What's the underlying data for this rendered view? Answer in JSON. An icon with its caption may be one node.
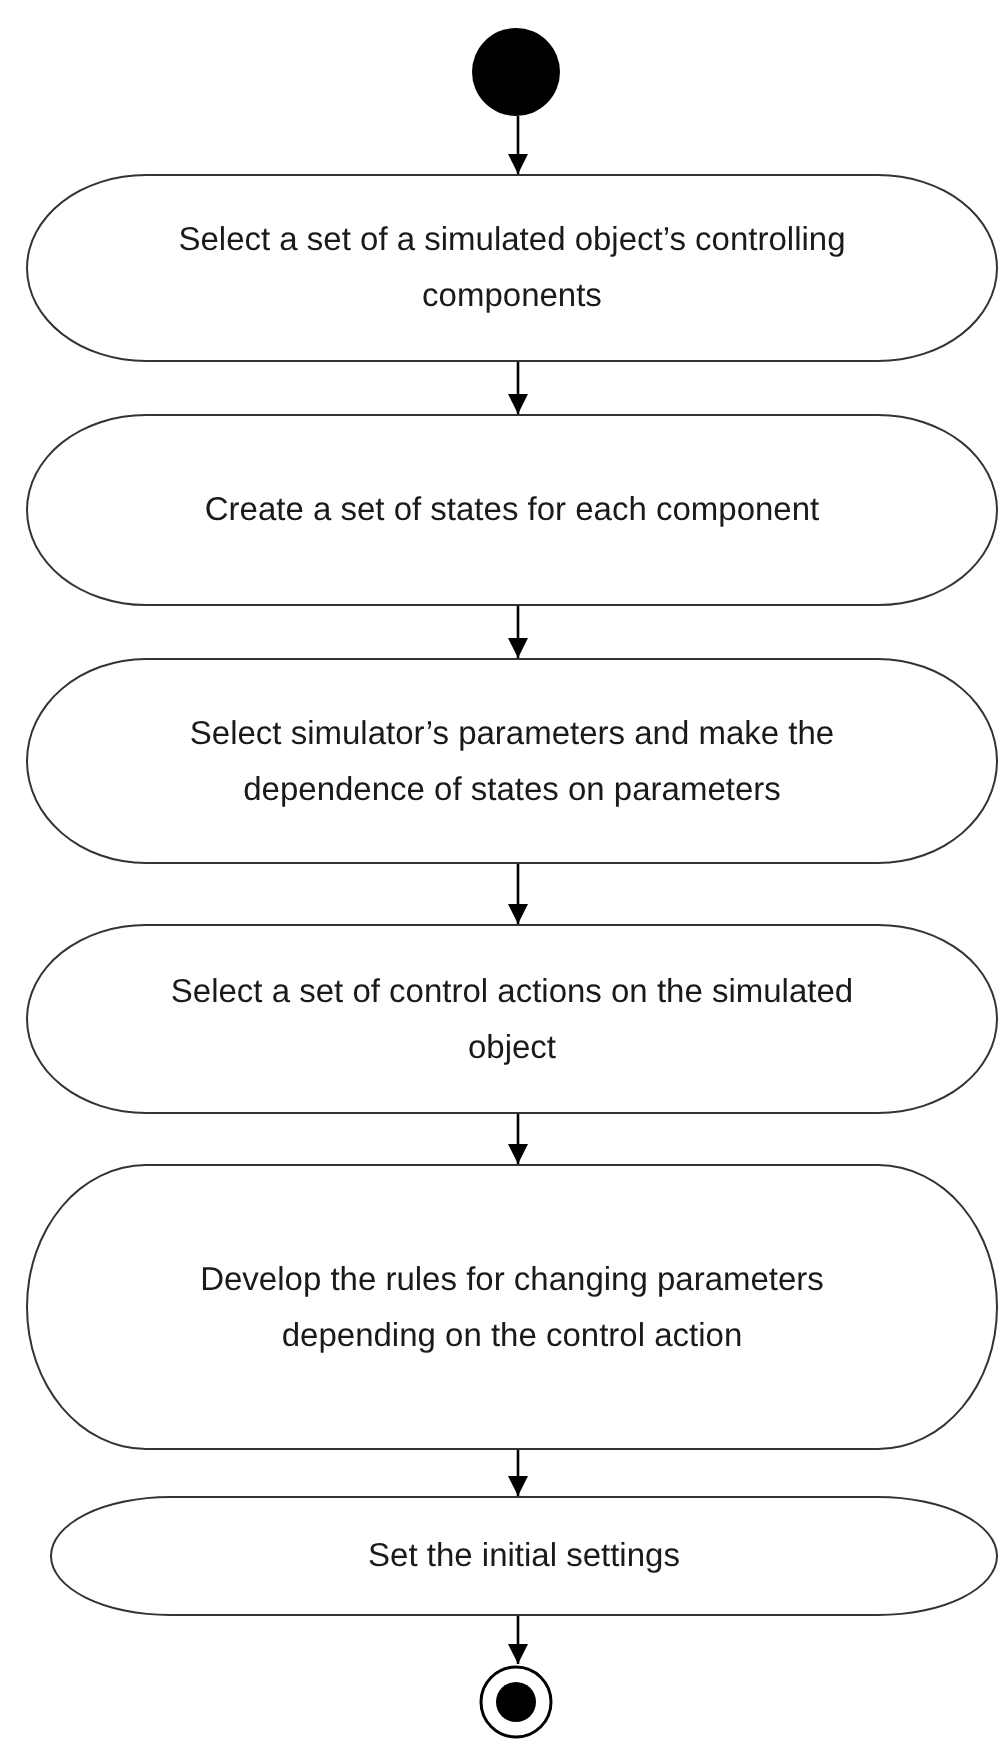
{
  "diagram": {
    "nodes": [
      {
        "text": [],
        "shape": "circle"
      },
      {
        "text": [
          "Select a set of a simulated object’s controlling components"
        ]
      },
      {
        "text": [
          "Create a set of states for each component"
        ]
      },
      {
        "text": [
          "Select simulator’s parameters and make the dependence of states on parameters"
        ]
      },
      {
        "text": [
          "Select a set of control actions on the simulated object"
        ]
      },
      {
        "text": [
          "Develop the rules for changing parameters depending on the control action"
        ]
      },
      {
        "text": [
          "Set the initial settings"
        ]
      },
      {
        "text": [],
        "shape": "circle"
      }
    ],
    "edges": [
      {
        "from": 0,
        "to": 1,
        "arrow": "to"
      },
      {
        "from": 1,
        "to": 2,
        "arrow": "to"
      },
      {
        "from": 2,
        "to": 3,
        "arrow": "to"
      },
      {
        "from": 3,
        "to": 4,
        "arrow": "to"
      },
      {
        "from": 4,
        "to": 5,
        "arrow": "to"
      },
      {
        "from": 5,
        "to": 6,
        "arrow": "to"
      },
      {
        "from": 6,
        "to": 7,
        "arrow": "to"
      }
    ]
  }
}
